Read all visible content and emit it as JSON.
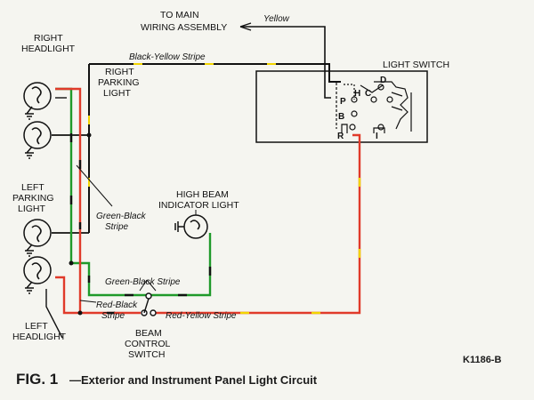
{
  "labels": {
    "to_main_1": "TO MAIN",
    "to_main_2": "WIRING ASSEMBLY",
    "yellow": "Yellow",
    "black_yellow": "Black-Yellow Stripe",
    "light_switch": "LIGHT SWITCH",
    "right_headlight_1": "RIGHT",
    "right_headlight_2": "HEADLIGHT",
    "right_parking_1": "RIGHT",
    "right_parking_2": "PARKING",
    "right_parking_3": "LIGHT",
    "left_parking_1": "LEFT",
    "left_parking_2": "PARKING",
    "left_parking_3": "LIGHT",
    "left_headlight_1": "LEFT",
    "left_headlight_2": "HEADLIGHT",
    "high_beam_1": "HIGH BEAM",
    "high_beam_2": "INDICATOR LIGHT",
    "green_black_1": "Green-Black",
    "green_black_2": "Stripe",
    "green_black_stripe": "Green-Black Stripe",
    "red_black_1": "Red-Black",
    "red_black_2": "Stripe",
    "red_yellow": "Red-Yellow Stripe",
    "beam_1": "BEAM",
    "beam_2": "CONTROL",
    "beam_3": "SWITCH"
  },
  "switch_terminals": [
    "D",
    "H",
    "C",
    "P",
    "B",
    "R",
    "I"
  ],
  "figure_code": "K1186-B",
  "caption": {
    "fig": "FIG. 1",
    "text": "—Exterior and Instrument Panel Light Circuit"
  },
  "colors": {
    "black_wire": "#111111",
    "green_wire": "#1f9a2a",
    "red_wire": "#e03a2a",
    "yellow_tracer": "#f2d400"
  }
}
